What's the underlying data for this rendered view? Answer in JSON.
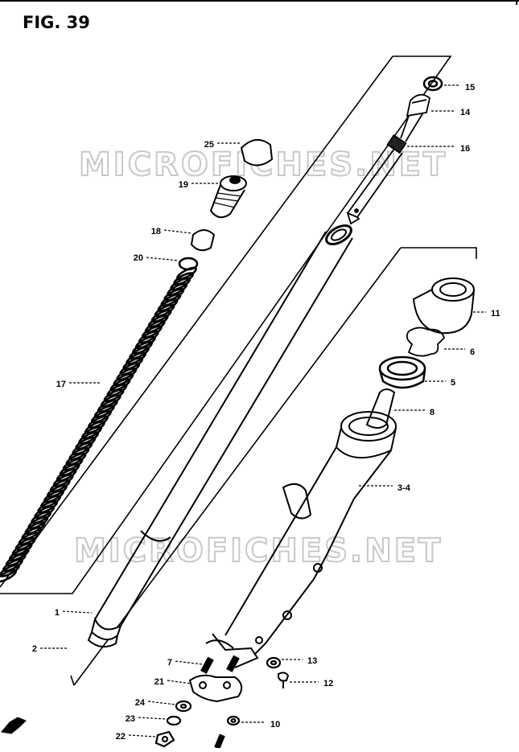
{
  "figure_title": "FIG. 39",
  "watermarks": [
    "MICROFICHES.NET",
    "MICROFICHES.NET"
  ],
  "callouts": [
    {
      "id": "c15",
      "label": "15"
    },
    {
      "id": "c14",
      "label": "14"
    },
    {
      "id": "c16",
      "label": "16"
    },
    {
      "id": "c25",
      "label": "25"
    },
    {
      "id": "c19",
      "label": "19"
    },
    {
      "id": "c18",
      "label": "18"
    },
    {
      "id": "c20",
      "label": "20"
    },
    {
      "id": "c17",
      "label": "17"
    },
    {
      "id": "c11",
      "label": "11"
    },
    {
      "id": "c6",
      "label": "6"
    },
    {
      "id": "c5",
      "label": "5"
    },
    {
      "id": "c8",
      "label": "8"
    },
    {
      "id": "c34",
      "label": "3-4"
    },
    {
      "id": "c1",
      "label": "1"
    },
    {
      "id": "c2",
      "label": "2"
    },
    {
      "id": "c7",
      "label": "7"
    },
    {
      "id": "c13",
      "label": "13"
    },
    {
      "id": "c21",
      "label": "21"
    },
    {
      "id": "c12",
      "label": "12"
    },
    {
      "id": "c24",
      "label": "24"
    },
    {
      "id": "c23",
      "label": "23"
    },
    {
      "id": "c10",
      "label": "10"
    },
    {
      "id": "c22",
      "label": "22"
    }
  ]
}
